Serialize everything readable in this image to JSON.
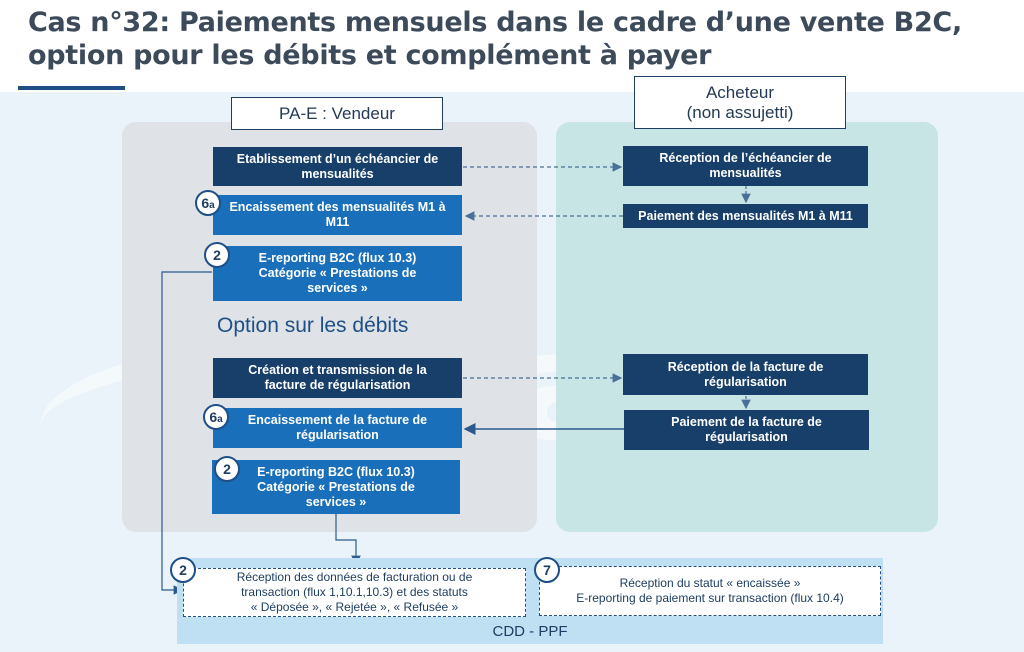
{
  "title": {
    "line1": "Cas n°32: Paiements mensuels dans le cadre d’une vente B2C,",
    "line2": "option pour les débits et complément à payer"
  },
  "vendor_header": "PA-E : Vendeur",
  "buyer_header": {
    "line1": "Acheteur",
    "line2": "(non assujetti)"
  },
  "vendor_steps": {
    "echeancier": {
      "line1": "Etablissement d’un échéancier de",
      "line2": "mensualités"
    },
    "encaissement_mensualites": {
      "badge": "6",
      "badge_sub": "a",
      "line1": "Encaissement des mensualités M1 à",
      "line2": "M11"
    },
    "ereporting_1": {
      "badge": "2",
      "line1": "E-reporting B2C (flux 10.3)",
      "line2": "Catégorie « Prestations de",
      "line3": "services »"
    },
    "creation_facture": {
      "line1": "Création et transmission de la",
      "line2": "facture de régularisation"
    },
    "encaissement_facture": {
      "badge": "6",
      "badge_sub": "a",
      "line1": "Encaissement de la facture de",
      "line2": "régularisation"
    },
    "ereporting_2": {
      "badge": "2",
      "line1": "E-reporting B2C (flux 10.3)",
      "line2": "Catégorie « Prestations de",
      "line3": "services »"
    }
  },
  "option_label": "Option sur les débits",
  "buyer_steps": {
    "reception_echeancier": {
      "line1": "Réception de l’échéancier de",
      "line2": "mensualités"
    },
    "paiement_mensualites": {
      "line1": "Paiement des mensualités M1 à M11"
    },
    "reception_facture": {
      "line1": "Réception de la facture de",
      "line2": "régularisation"
    },
    "paiement_facture": {
      "line1": "Paiement de la facture de",
      "line2": "régularisation"
    }
  },
  "cdd": {
    "label": "CDD - PPF",
    "box1": {
      "badge": "2",
      "line1": "Réception des données de facturation ou de",
      "line2": "transaction (flux 1,10.1,10.3) et des statuts",
      "line3": "« Déposée », « Rejetée », « Refusée »"
    },
    "box2": {
      "badge": "7",
      "line1": "Réception du statut « encaissée »",
      "line2": "E-reporting de paiement sur transaction (flux 10.4)"
    }
  },
  "watermark": "mtrax",
  "colors": {
    "dark_box": "#173f6a",
    "blue_box": "#1a6fba",
    "vendor_bg": "#dfe2e6",
    "buyer_bg": "#c6e5e4",
    "cdd_bg": "#bfdff3",
    "title": "#3c4a5a"
  }
}
